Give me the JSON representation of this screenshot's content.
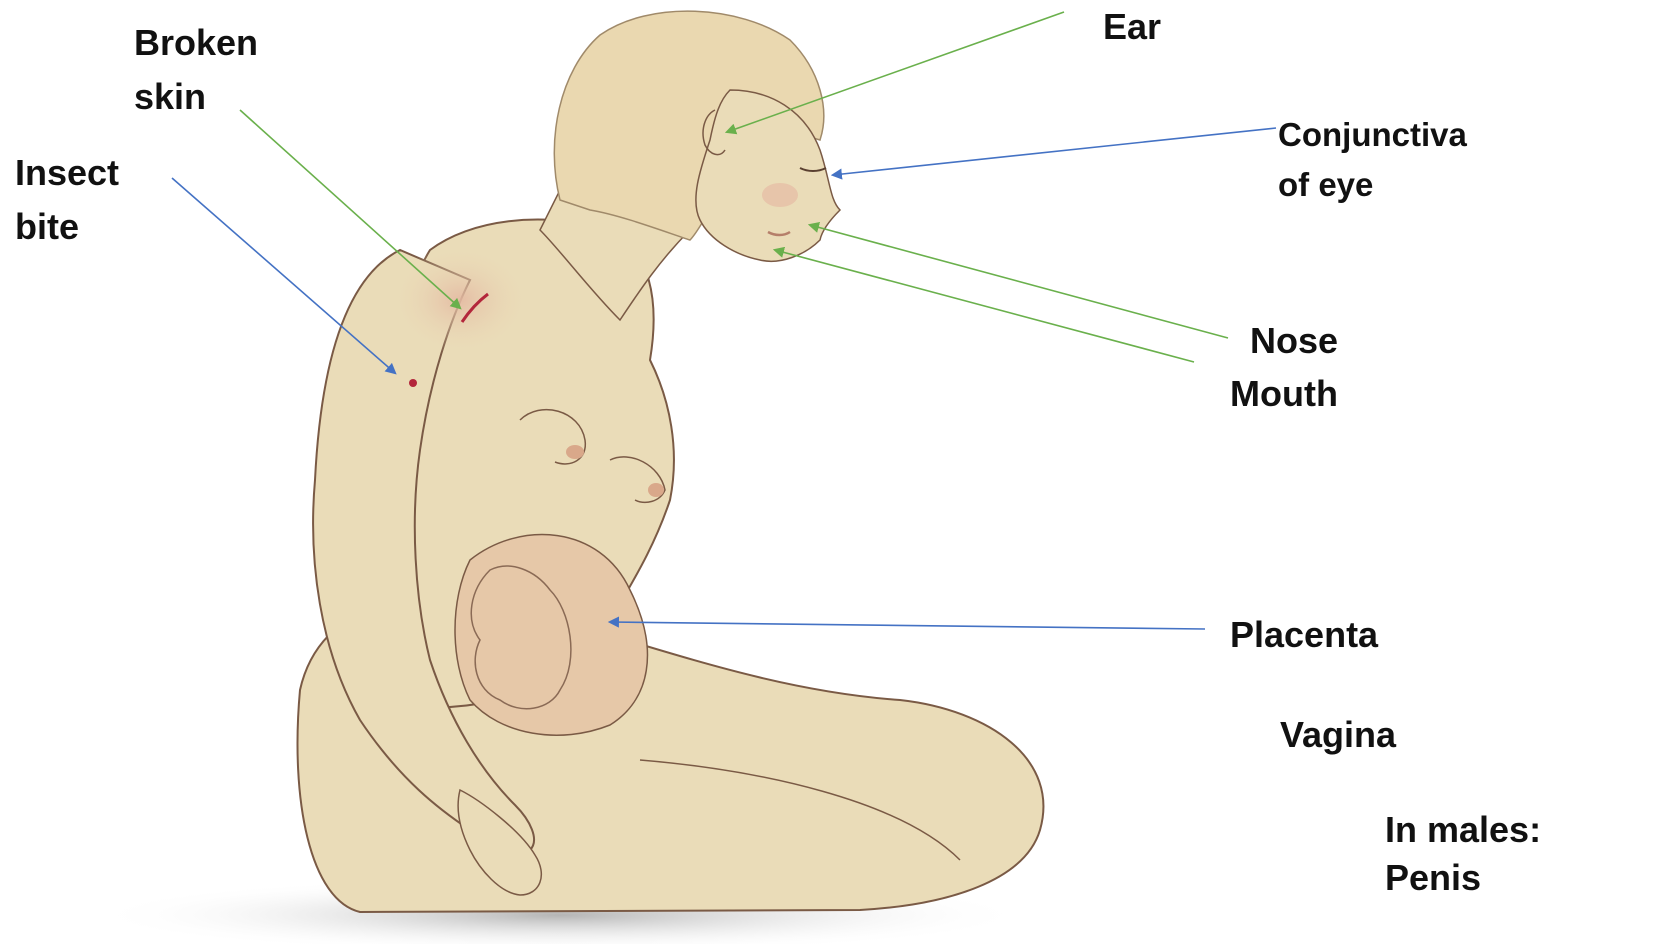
{
  "labels": {
    "broken_skin": [
      "Broken",
      "skin"
    ],
    "insect_bite": [
      "Insect",
      "bite"
    ],
    "ear": "Ear",
    "conjunctiva": [
      "Conjunctiva",
      "of eye"
    ],
    "nose": "Nose",
    "mouth": "Mouth",
    "placenta": "Placenta",
    "vagina": "Vagina",
    "males": [
      "In males:",
      "Penis"
    ]
  },
  "colors": {
    "green_arrow": "#6ab04c",
    "blue_arrow": "#4472c4",
    "skin": "#eadcb8",
    "skin_shade": "#e2c3a2",
    "hair": "#ead8b0",
    "outline": "#7a5a45",
    "wound": "#b3263b",
    "text": "#111111"
  },
  "icons": {
    "figure": "pregnant-woman-illustration"
  }
}
